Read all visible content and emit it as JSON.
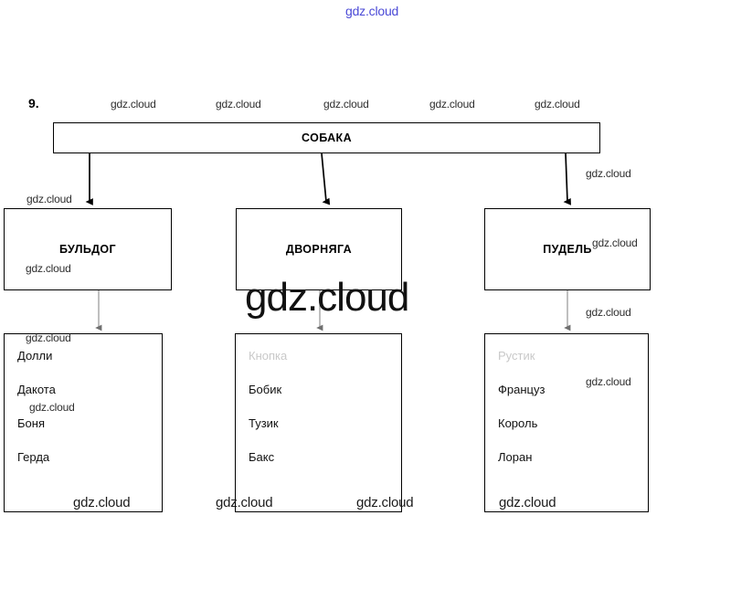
{
  "page": {
    "exercise_number": "9.",
    "background_color": "#ffffff"
  },
  "watermark": {
    "text": "gdz.cloud",
    "top_color": "#4a49d6",
    "body_color": "#2e2e2e",
    "big_color": "#111111",
    "top_center": "gdz.cloud",
    "big_center": "gdz.cloud",
    "row_top": [
      "gdz.cloud",
      "gdz.cloud",
      "gdz.cloud",
      "gdz.cloud",
      "gdz.cloud"
    ],
    "row_bottom": [
      "gdz.cloud",
      "gdz.cloud",
      "gdz.cloud",
      "gdz.cloud"
    ],
    "scattered": [
      "gdz.cloud",
      "gdz.cloud",
      "gdz.cloud",
      "gdz.cloud",
      "gdz.cloud",
      "gdz.cloud",
      "gdz.cloud",
      "gdz.cloud",
      "gdz.cloud",
      "gdz.cloud"
    ]
  },
  "diagram": {
    "type": "tree",
    "root": {
      "label": "СОБАКА"
    },
    "categories": [
      {
        "label": "БУЛЬДОГ"
      },
      {
        "label": "ДВОРНЯГА"
      },
      {
        "label": "ПУДЕЛЬ"
      }
    ],
    "name_lists": [
      {
        "items": [
          "Долли",
          "Дакота",
          "Боня",
          "Герда"
        ]
      },
      {
        "items": [
          "Кнопка",
          "Бобик",
          "Тузик",
          "Бакс"
        ]
      },
      {
        "items": [
          "Рустик",
          "Француз",
          "Король",
          "Лоран"
        ]
      }
    ]
  }
}
